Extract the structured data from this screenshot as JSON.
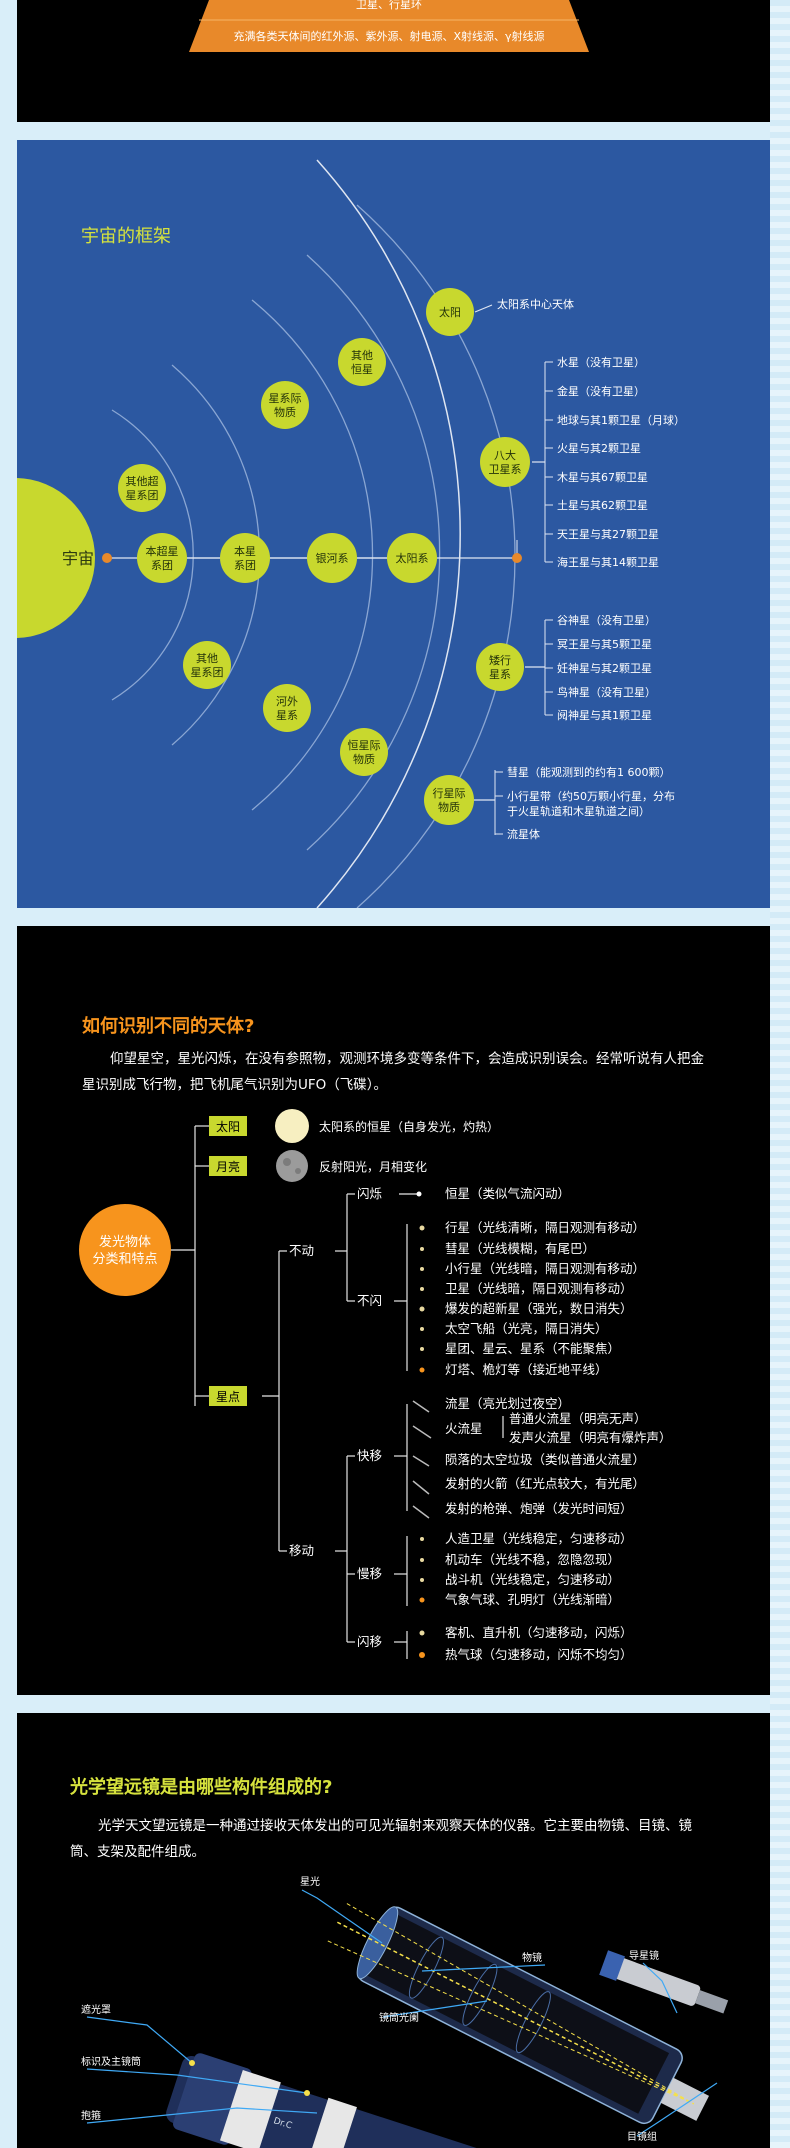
{
  "panel1": {
    "top_text": "卫星、行星环",
    "bottom_text": "充满各类天体间的红外源、紫外源、射电源、X射线源、γ射线源"
  },
  "universe": {
    "title": "宇宙的框架",
    "center": "宇宙",
    "nodes": {
      "other_super_cluster": [
        "其他超",
        "星系团"
      ],
      "local_super_cluster": [
        "本超星",
        "系团"
      ],
      "galaxy_material": [
        "星系际",
        "物质"
      ],
      "local_cluster": [
        "本星",
        "系团"
      ],
      "other_cluster": [
        "其他",
        "星系团"
      ],
      "milky_way": "银河系",
      "extragalactic": [
        "河外",
        "星系"
      ],
      "other_star": [
        "其他",
        "恒星"
      ],
      "interstellar": [
        "恒星际",
        "物质"
      ],
      "solar_system": "太阳系",
      "sun": "太阳",
      "eight_planets": [
        "八大",
        "卫星系"
      ],
      "dwarf_planets": [
        "矮行",
        "星系"
      ],
      "interplanetary": [
        "行星际",
        "物质"
      ]
    },
    "sun_desc": "太阳系中心天体",
    "planets": [
      "水星（没有卫星）",
      "金星（没有卫星）",
      "地球与其1颗卫星（月球）",
      "火星与其2颗卫星",
      "木星与其67颗卫星",
      "土星与其62颗卫星",
      "天王星与其27颗卫星",
      "海王星与其14颗卫星"
    ],
    "dwarfs": [
      "谷神星（没有卫星）",
      "冥王星与其5颗卫星",
      "妊神星与其2颗卫星",
      "鸟神星（没有卫星）",
      "阋神星与其1颗卫星"
    ],
    "interplanetary_items": [
      "彗星（能观测到的约有1 600颗）",
      "小行星带（约50万颗小行星，分布",
      "于火星轨道和木星轨道之间）",
      "流星体"
    ]
  },
  "identify": {
    "title": "如何识别不同的天体?",
    "para1": "仰望星空，星光闪烁，在没有参照物，观测环境多变等条件下，会造成识别误会。经常听说有人把金",
    "para2": "星识别成飞行物，把飞机尾气识别为UFO（飞碟）。",
    "root": [
      "发光物体",
      "分类和特点"
    ],
    "sun_label": "太阳",
    "sun_desc": "太阳系的恒星（自身发光，灼热）",
    "moon_label": "月亮",
    "moon_desc": "反射阳光，月相变化",
    "star_label": "星点",
    "static": "不动",
    "twinkle": "闪烁",
    "twinkle_item": "恒星（类似气流闪动）",
    "no_twinkle": "不闪",
    "no_twinkle_items": [
      "行星（光线清晰，隔日观测有移动）",
      "彗星（光线模糊，有尾巴）",
      "小行星（光线暗，隔日观测有移动）",
      "卫星（光线暗，隔日观测有移动）",
      "爆发的超新星（强光，数日消失）",
      "太空飞船（光亮，隔日消失）",
      "星团、星云、星系（不能聚焦）",
      "灯塔、桅灯等（接近地平线）"
    ],
    "moving": "移动",
    "fast": "快移",
    "fast_items": [
      "流星（亮光划过夜空）",
      "火流星",
      "陨落的太空垃圾（类似普通火流星）",
      "发射的火箭（红光点较大，有光尾）",
      "发射的枪弹、炮弹（发光时间短）"
    ],
    "fireball_items": [
      "普通火流星（明亮无声）",
      "发声火流星（明亮有爆炸声）"
    ],
    "slow": "慢移",
    "slow_items": [
      "人造卫星（光线稳定，匀速移动）",
      "机动车（光线不稳，忽隐忽现）",
      "战斗机（光线稳定，匀速移动）",
      "气象气球、孔明灯（光线渐暗）"
    ],
    "flash": "闪移",
    "flash_items": [
      "客机、直升机（匀速移动，闪烁）",
      "热气球（匀速移动，闪烁不均匀）"
    ]
  },
  "telescope": {
    "title": "光学望远镜是由哪些构件组成的?",
    "para1": "光学天文望远镜是一种通过接收天体发出的可见光辐射来观察天体的仪器。它主要由物镜、目镜、镜",
    "para2": "筒、支架及配件组成。",
    "labels": {
      "starlight": "星光",
      "objective": "物镜",
      "finder": "导星镜",
      "shade": "遮光罩",
      "diaphragm": "镜筒光阑",
      "mark": "标识及主镜筒",
      "clamp": "抱箍",
      "eyepiece": "目镜组"
    }
  },
  "colors": {
    "accent_orange": "#f7941d",
    "lime": "#c8d82e",
    "navy": "#2c58a1"
  }
}
